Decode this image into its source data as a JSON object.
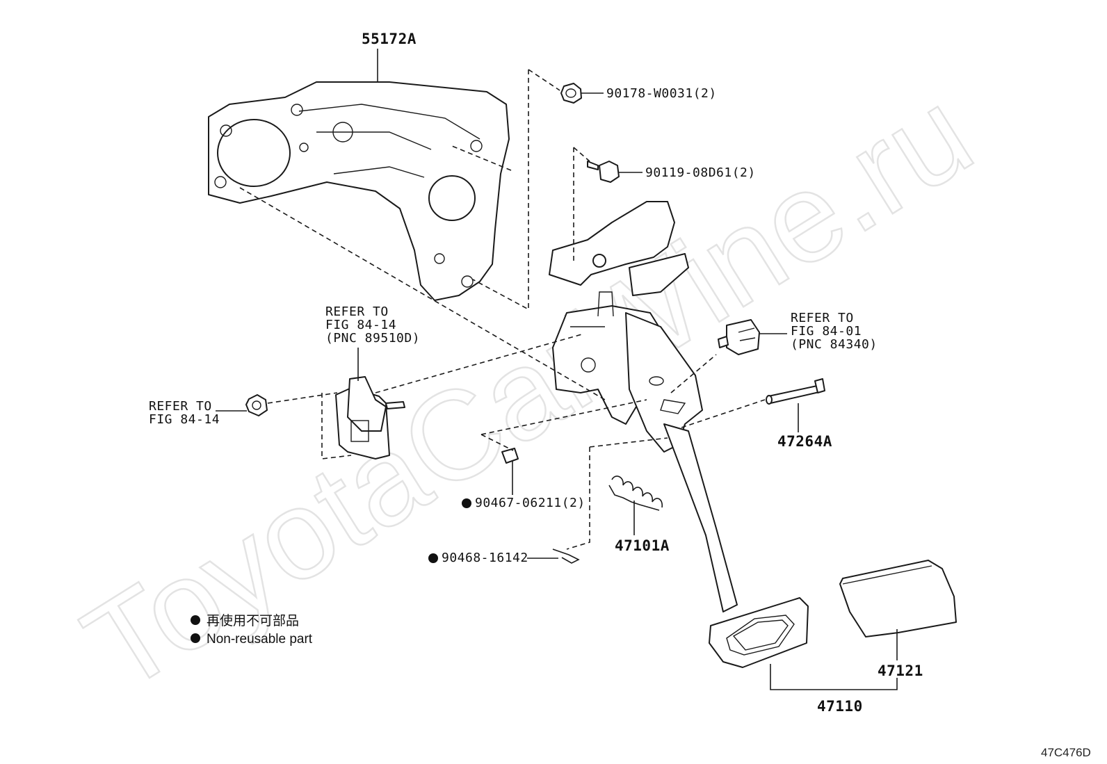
{
  "watermark": "ToyotaCarWine.ru",
  "figure_code": "47C476D",
  "callouts": {
    "p55172a": "55172A",
    "p90178": "90178-W0031(2)",
    "p90119": "90119-08D61(2)",
    "p47264a": "47264A",
    "p90467": "90467-06211(2)",
    "p90468": "90468-16142",
    "p47101a": "47101A",
    "p47121": "47121",
    "p47110": "47110"
  },
  "refs": {
    "ref_89510": [
      "REFER TO",
      "FIG 84-14",
      "(PNC 89510D)"
    ],
    "ref_84340": [
      "REFER TO",
      "FIG 84-01",
      "(PNC 84340)"
    ],
    "ref_nut": [
      "REFER TO",
      "FIG 84-14"
    ]
  },
  "legend": {
    "line1": "再使用不可部品",
    "line2": "Non-reusable part"
  }
}
